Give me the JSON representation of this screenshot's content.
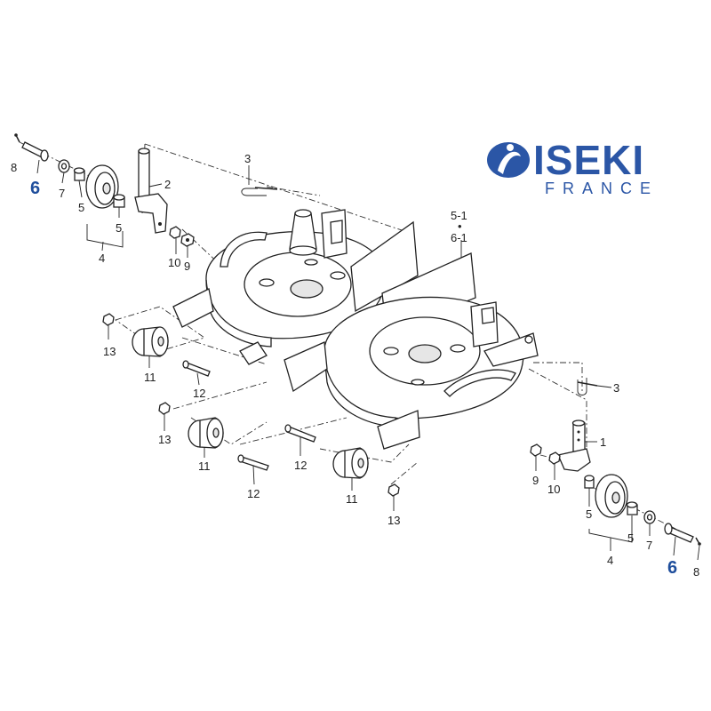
{
  "logo": {
    "brand": "ISEKI",
    "subtitle": "FRANCE",
    "brand_color": "#2b56a6"
  },
  "colors": {
    "line": "#222222",
    "callout_highlight": "#1f4e9c"
  },
  "callouts": {
    "l8a": "8",
    "l6a": "6",
    "l7a": "7",
    "l5a": "5",
    "l5b": "5",
    "l4a": "4",
    "l2": "2",
    "l3a": "3",
    "l10a": "10",
    "l9a": "9",
    "l51": "5-1",
    "ldot": "•",
    "l61": "6-1",
    "l13a": "13",
    "l11a": "11",
    "l12a": "12",
    "l13b": "13",
    "l11b": "11",
    "l12b": "12",
    "l12c": "12",
    "l11c": "11",
    "l13c": "13",
    "l3b": "3",
    "l1": "1",
    "l9b": "9",
    "l10b": "10",
    "l5c": "5",
    "l5d": "5",
    "l7b": "7",
    "l4b": "4",
    "l6b": "6",
    "l8b": "8"
  }
}
